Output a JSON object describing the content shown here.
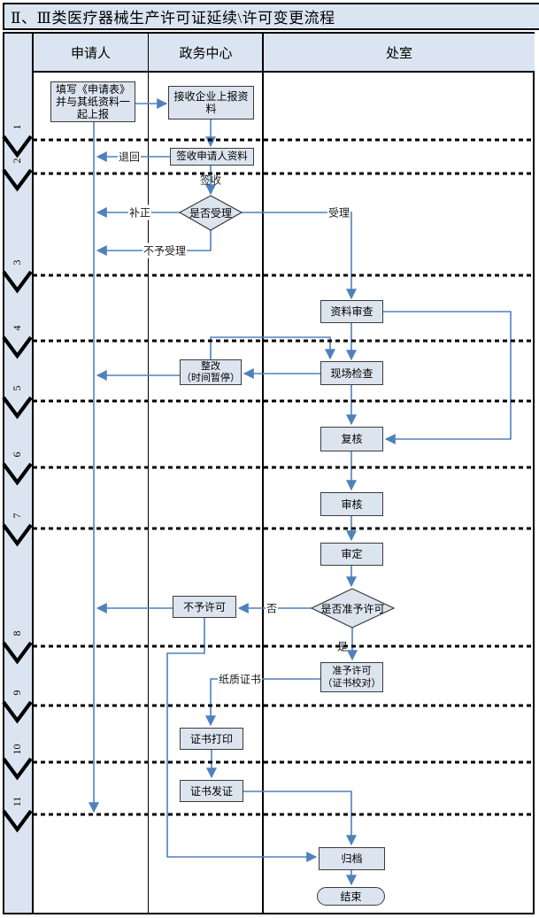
{
  "title": "Ⅱ、Ⅲ类医疗器械生产许可证延续\\许可变更流程",
  "columns": {
    "applicant": "申请人",
    "service_center": "政务中心",
    "department": "处室"
  },
  "lanes": [
    "1",
    "2",
    "3",
    "4",
    "5",
    "6",
    "7",
    "8",
    "9",
    "10",
    "11"
  ],
  "nodes": {
    "fill_form": {
      "label": "填写《申请表》并与其纸资料一起上报"
    },
    "receive_materials": {
      "label": "接收企业上报资料"
    },
    "sign_receive": {
      "label": "签收申请人资料"
    },
    "accept_decision": {
      "label": "是否受理"
    },
    "doc_review": {
      "label": "资料审查"
    },
    "onsite_inspection": {
      "label": "现场检查"
    },
    "rectification": {
      "label": "整改\n（时间暂停）"
    },
    "recheck": {
      "label": "复核"
    },
    "audit": {
      "label": "审核"
    },
    "final_review": {
      "label": "审定"
    },
    "grant_decision": {
      "label": "是否准予许可"
    },
    "deny_license": {
      "label": "不予许可"
    },
    "grant_license": {
      "label": "准予许可\n（证书校对）"
    },
    "cert_print": {
      "label": "证书打印"
    },
    "cert_issue": {
      "label": "证书发证"
    },
    "archive": {
      "label": "归档"
    },
    "end": {
      "label": "结束"
    }
  },
  "edge_labels": {
    "return_back": "退回",
    "sign": "签收",
    "supplement": "补正",
    "accept": "受理",
    "not_accept": "不予受理",
    "no": "否",
    "yes": "是",
    "paper_cert": "纸质证书"
  },
  "colors": {
    "accent_blue": "#4f81bd",
    "panel_blue": "#dbe5f1",
    "node_fill": "#dce4ef",
    "line_black": "#000000"
  }
}
